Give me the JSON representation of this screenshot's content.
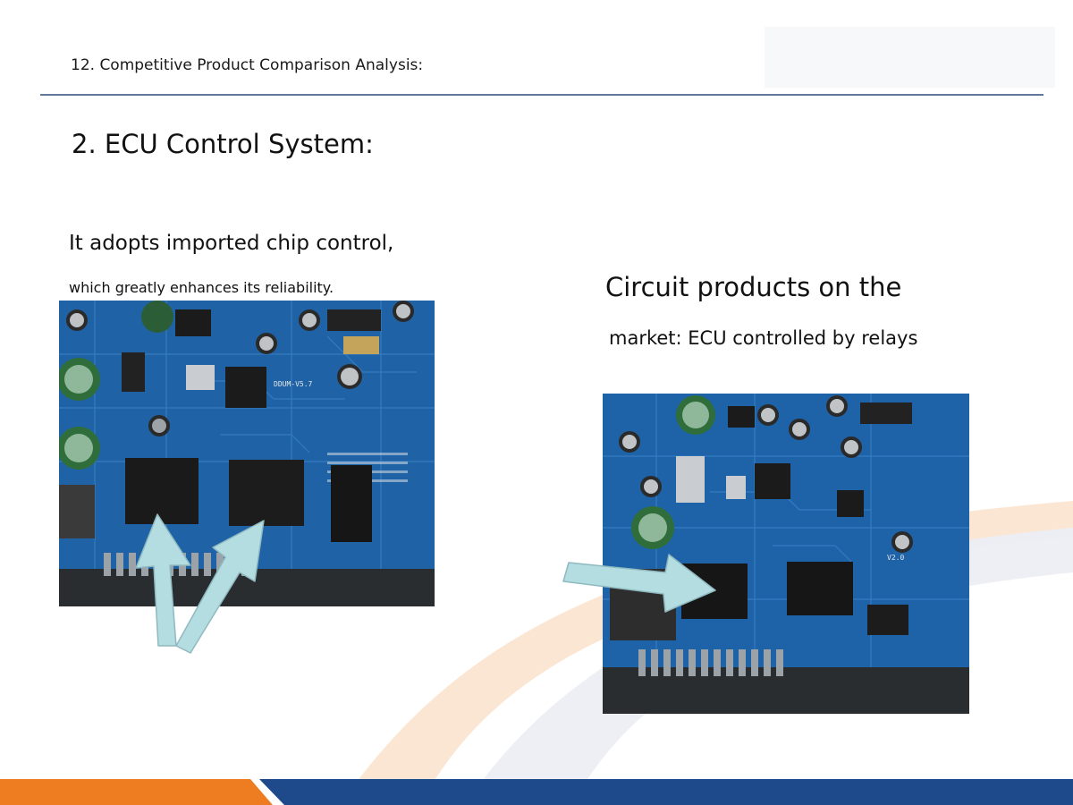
{
  "header": {
    "title": "12. Competitive Product Comparison Analysis:"
  },
  "section": {
    "title": "2. ECU Control System:"
  },
  "left": {
    "line1": "It adopts imported chip control,",
    "line2": "which greatly enhances its reliability.",
    "image_label": "pcb-photo-imported-chip"
  },
  "right": {
    "line1": "Circuit products on the",
    "line2": "market: ECU controlled by relays",
    "image_label": "pcb-photo-relay-ecu"
  },
  "colors": {
    "navy": "#1e4a8c",
    "orange": "#ee7d22",
    "arrow": "#b4dde2",
    "pcb_blue": "#1d5f9e"
  },
  "icons": {
    "arrow": "arrow-pointer-icon"
  }
}
